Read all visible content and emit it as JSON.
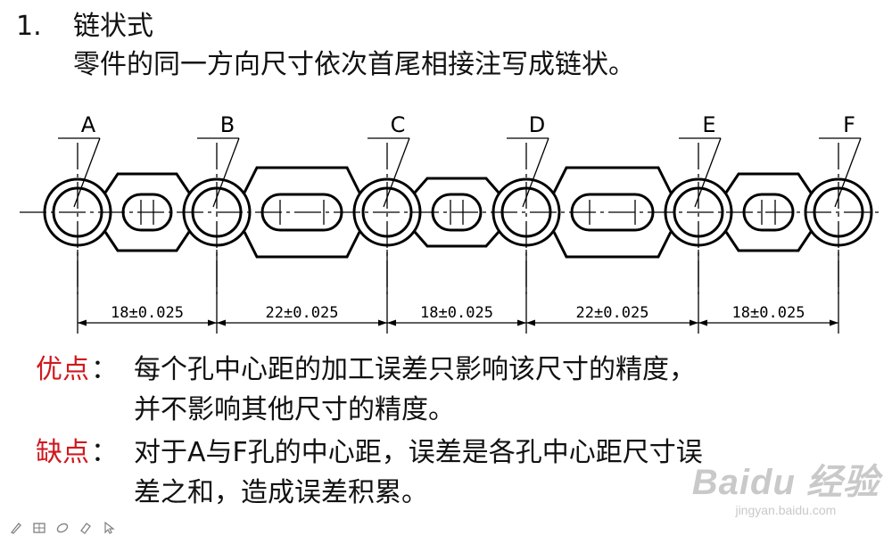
{
  "heading": {
    "number": "1.",
    "title": "链状式",
    "description": "零件的同一方向尺寸依次首尾相接注写成链状。"
  },
  "diagram": {
    "hole_labels": [
      "A",
      "B",
      "C",
      "D",
      "E",
      "F"
    ],
    "dimensions": [
      "18±0.025",
      "22±0.025",
      "18±0.025",
      "22±0.025",
      "18±0.025"
    ]
  },
  "advantages": {
    "label": "优点",
    "colon": "：",
    "line1": "每个孔中心距的加工误差只影响该尺寸的精度，",
    "line2": "并不影响其他尺寸的精度。"
  },
  "disadvantages": {
    "label": "缺点",
    "colon": "：",
    "line1": "对于A与F孔的中心距，误差是各孔中心距尺寸误",
    "line2": "差之和，造成误差积累。"
  },
  "colors": {
    "label_red": "#d0191e",
    "line_black": "#000000"
  },
  "toolbar": {
    "icons": [
      "pen-icon",
      "grid-icon",
      "eraser-icon",
      "highlighter-icon",
      "pointer-icon"
    ]
  },
  "watermark": {
    "logo": "Baidu 经验",
    "sub": "jingyan.baidu.com"
  }
}
